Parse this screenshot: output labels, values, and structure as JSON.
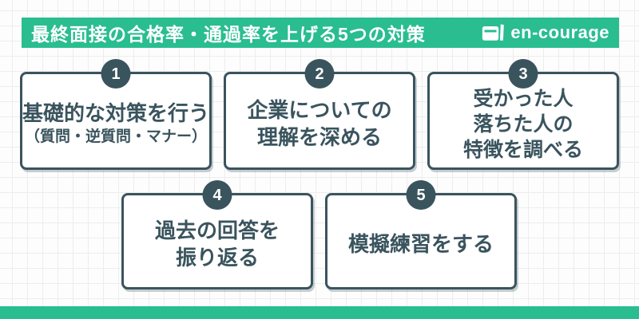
{
  "header": {
    "title": "最終面接の合格率・通過率を上げる5つの対策",
    "logo_text": "en-courage",
    "logo_icon": "book-icon"
  },
  "colors": {
    "accent_teal": "#29bd90",
    "dark_slate": "#3a545e",
    "card_background": "#ffffff",
    "grid_line": "#ededed"
  },
  "cards": [
    {
      "number": "1",
      "line1": "基礎的な対策を行う",
      "line2": "（質問・逆質問・マナー）"
    },
    {
      "number": "2",
      "line1": "企業についての",
      "line2": "理解を深める"
    },
    {
      "number": "3",
      "line1": "受かった人",
      "line2": "落ちた人の",
      "line3": "特徴を調べる"
    },
    {
      "number": "4",
      "line1": "過去の回答を",
      "line2": "振り返る"
    },
    {
      "number": "5",
      "line1": "模擬練習をする"
    }
  ]
}
